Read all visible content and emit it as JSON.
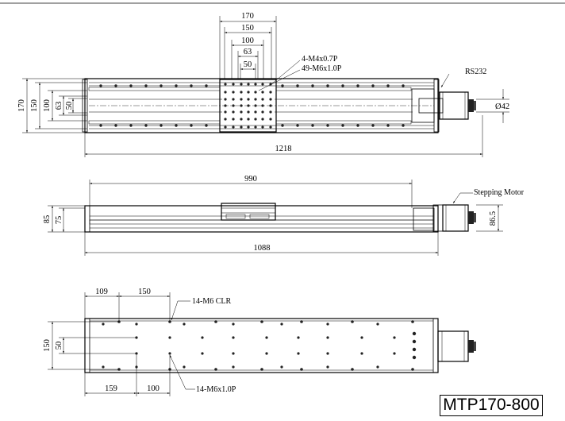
{
  "title": "MTP170-800",
  "top_view": {
    "dims": {
      "w170": "170",
      "w150": "150",
      "w100": "100",
      "w63": "63",
      "w50": "50",
      "h170": "170",
      "h150": "150",
      "h100": "100",
      "h63": "63",
      "h50": "50",
      "len1218": "1218"
    },
    "callouts": {
      "m4": "4-M4x0.7P",
      "m6": "49-M6x1.0P",
      "rs232": "RS232",
      "phi42": "Ø42"
    }
  },
  "side_view": {
    "dims": {
      "len990": "990",
      "len1088": "1088",
      "h85": "85",
      "h75": "75",
      "h865": "86.5"
    },
    "callouts": {
      "motor": "Stepping Motor"
    }
  },
  "bottom_view": {
    "dims": {
      "d109": "109",
      "d150": "150",
      "d159": "159",
      "d100": "100",
      "h150": "150",
      "h50": "50"
    },
    "callouts": {
      "clr": "14-M6 CLR",
      "tap": "14-M6x1.0P"
    }
  }
}
